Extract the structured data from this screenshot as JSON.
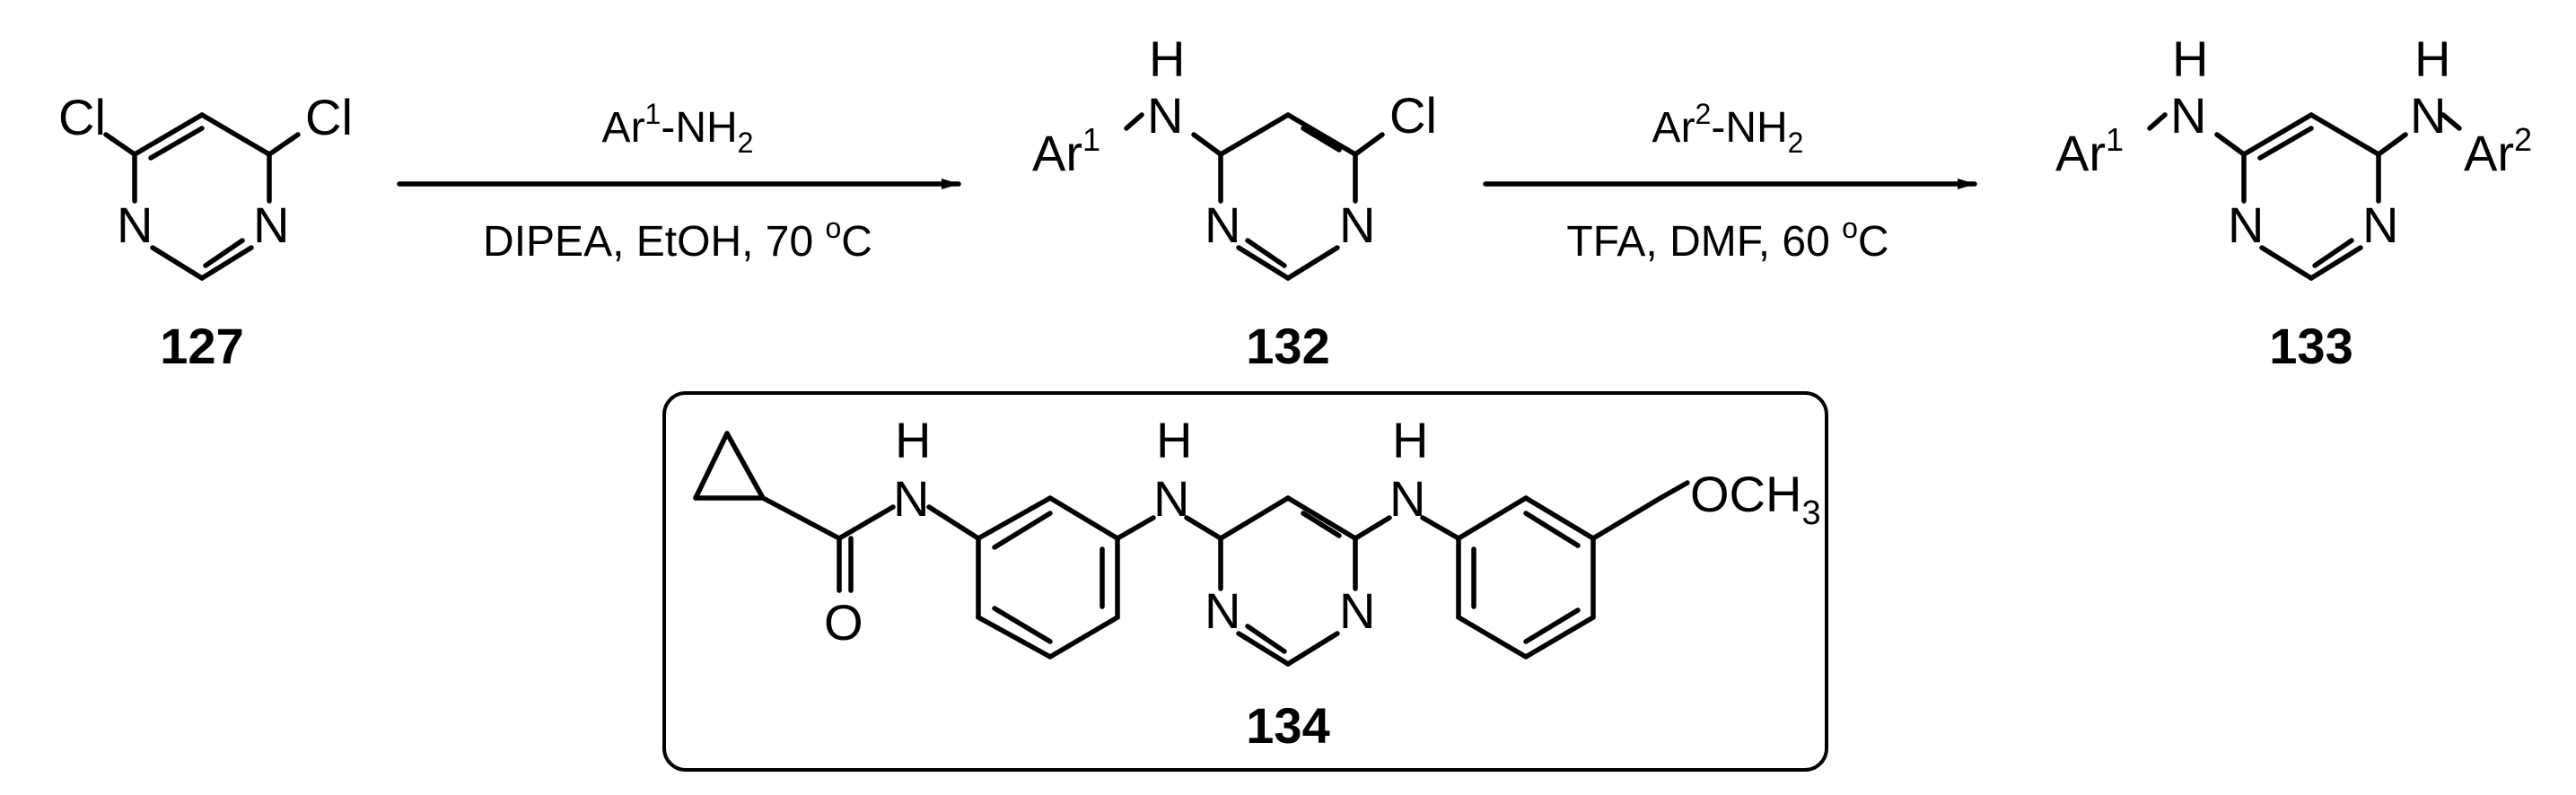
{
  "compounds": {
    "c127": {
      "number": "127",
      "atoms": {
        "cl_left": "Cl",
        "cl_right": "Cl",
        "n_left": "N",
        "n_right": "N"
      }
    },
    "c132": {
      "number": "132",
      "atoms": {
        "ar": "Ar",
        "ar_sup": "1",
        "h": "H",
        "n_amine": "N",
        "cl": "Cl",
        "n_left": "N",
        "n_right": "N"
      }
    },
    "c133": {
      "number": "133",
      "atoms": {
        "ar1": "Ar",
        "ar1_sup": "1",
        "h1": "H",
        "n_amine1": "N",
        "h2": "H",
        "n_amine2": "N",
        "ar2": "Ar",
        "ar2_sup": "2",
        "n_left": "N",
        "n_right": "N"
      }
    },
    "c134": {
      "number": "134",
      "atoms": {
        "h_amide": "H",
        "n_amide": "N",
        "o_carbonyl": "O",
        "h_nh1": "H",
        "n_nh1": "N",
        "h_nh2": "H",
        "n_nh2": "N",
        "n_ring_left": "N",
        "n_ring_right": "N",
        "och3": "OCH",
        "och3_sub": "3"
      }
    }
  },
  "reactions": {
    "step1": {
      "reagent": "Ar",
      "reagent_sup": "1",
      "reagent_tail": "-NH",
      "reagent_sub": "2",
      "conditions": "DIPEA, EtOH, 70 ",
      "temp_sup": "o",
      "temp_unit": "C"
    },
    "step2": {
      "reagent": "Ar",
      "reagent_sup": "2",
      "reagent_tail": "-NH",
      "reagent_sub": "2",
      "conditions": "TFA, DMF, 60 ",
      "temp_sup": "o",
      "temp_unit": "C"
    }
  }
}
